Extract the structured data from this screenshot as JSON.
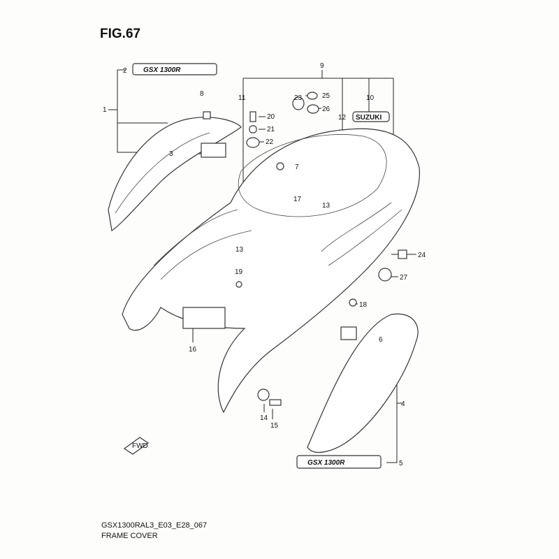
{
  "figure": {
    "title": "FIG.67",
    "code": "GSX1300RAL3_E03_E28_067",
    "name": "FRAME COVER"
  },
  "emblems": {
    "gsxr": "GSX 1300R",
    "suzuki": "SUZUKI",
    "fwd": "FWD"
  },
  "callouts": [
    "1",
    "2",
    "3",
    "4",
    "5",
    "6",
    "7",
    "8",
    "9",
    "10",
    "11",
    "12",
    "13",
    "13",
    "14",
    "15",
    "16",
    "17",
    "18",
    "19",
    "20",
    "21",
    "22",
    "23",
    "24",
    "25",
    "26",
    "27"
  ]
}
